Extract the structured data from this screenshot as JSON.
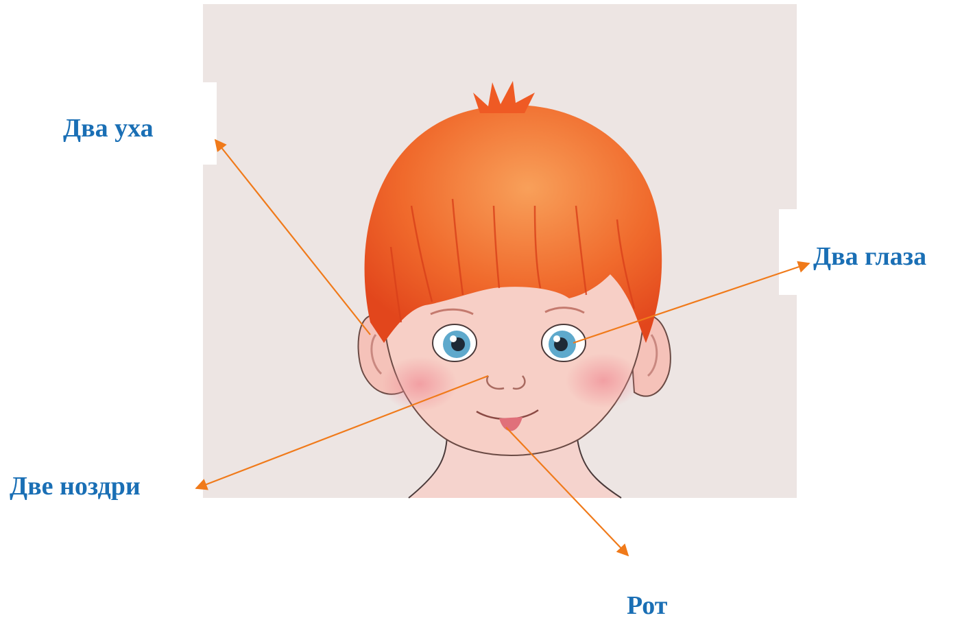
{
  "labels": {
    "ears": "Два уха",
    "eyes": "Два глаза",
    "nostrils": "Две ноздри",
    "mouth": "Рот"
  },
  "colors": {
    "label_text": "#1a6fb5",
    "arrow": "#f07a1a",
    "paper": "#ede5e3",
    "hair": "#ef5a24",
    "hair_light": "#f7924a",
    "skin": "#f7cfc6",
    "cheek": "#f3a3a6",
    "iris": "#5ea9cc",
    "outline": "#4a3a3a",
    "lips": "#e0707a"
  }
}
